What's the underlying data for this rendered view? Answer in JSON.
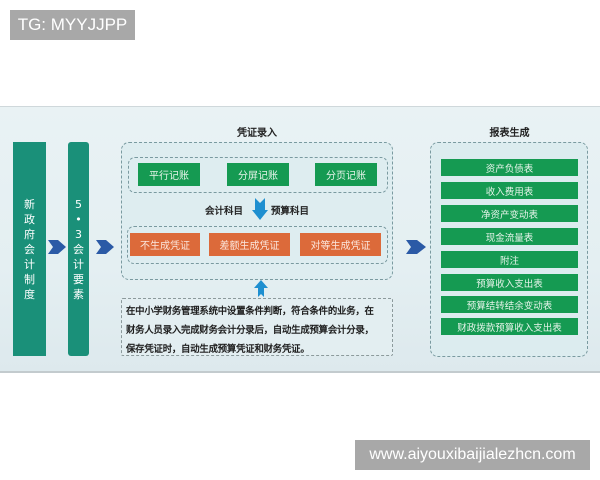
{
  "watermarks": {
    "top_tag": "TG: MYYJJPP",
    "bottom_tag": "www.aiyouxibaijialezhcn.com"
  },
  "diagram": {
    "left_bars": [
      {
        "label_chars": [
          "新",
          "政",
          "府",
          "会",
          "计",
          "制",
          "度"
        ]
      },
      {
        "label_chars": [
          "5",
          "•",
          "3",
          "会",
          "计",
          "要",
          "素"
        ]
      }
    ],
    "voucher_section": {
      "title": "凭证录入",
      "entry_modes": [
        "平行记账",
        "分屏记账",
        "分页记账"
      ],
      "subject_labels": {
        "accounting": "会计科目",
        "budget": "预算科目"
      },
      "generation_modes": [
        "不生成凭证",
        "差额生成凭证",
        "对等生成凭证"
      ],
      "description_lines": [
        "在中小学财务管理系统中设置条件判断，符合条件的业务，在",
        "财务人员录入完成财务会计分录后，自动生成预算会计分录，",
        "保存凭证时，自动生成预算凭证和财务凭证。"
      ]
    },
    "report_section": {
      "title": "报表生成",
      "reports": [
        "资产负债表",
        "收入费用表",
        "净资产变动表",
        "现金流量表",
        "附注",
        "预算收入支出表",
        "预算结转结余变动表",
        "财政拨款预算收入支出表"
      ]
    },
    "colors": {
      "teal_bar": "#1a9079",
      "green_button": "#159a52",
      "orange_button": "#dc6a3a",
      "arrow_navy": "#2b5aa6",
      "arrow_blue": "#1e8fd0",
      "panel_bg": "#e6f0f3"
    }
  }
}
